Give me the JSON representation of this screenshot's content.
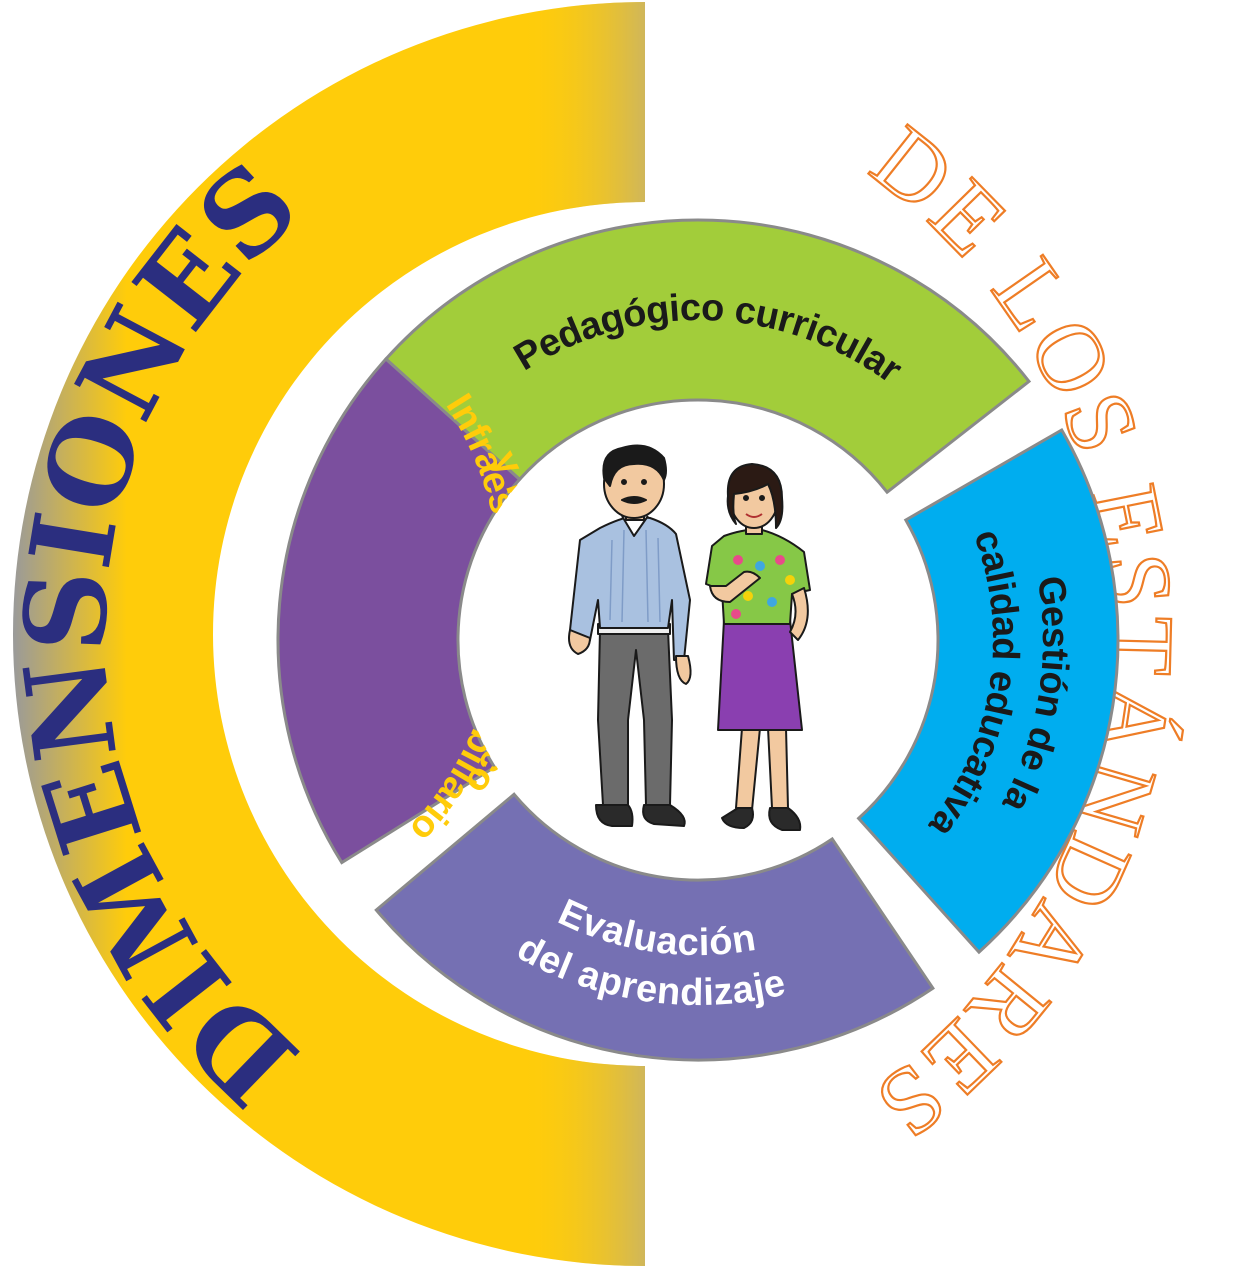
{
  "outer_ring": {
    "left_text": "DIMENSIONES",
    "right_text": "DE LOS ESTÁNDARES",
    "colors": {
      "left_text": "#2b2e7f",
      "right_text": "#ee7d26",
      "band_yellow": "#ffcc0a",
      "band_edge": "#a8a8a8"
    }
  },
  "segments": [
    {
      "id": "top",
      "lines": [
        "Pedagógico curricular"
      ],
      "color": "#a2cd3a",
      "text_color": "#1a1a1a"
    },
    {
      "id": "right",
      "lines": [
        "Gestión de la",
        "calidad educativa"
      ],
      "color": "#00adef",
      "text_color": "#1a1a1a"
    },
    {
      "id": "bottom",
      "lines": [
        "Evaluación",
        "del aprendizaje"
      ],
      "color": "#7570b3",
      "text_color": "#ffffff"
    },
    {
      "id": "left",
      "lines": [
        "Infraestructura, mobiliario",
        "y material didáctico"
      ],
      "color": "#7b4f9e",
      "text_color": "#ffcc0a"
    }
  ],
  "center": {
    "illustration": "teachers-illustration"
  }
}
